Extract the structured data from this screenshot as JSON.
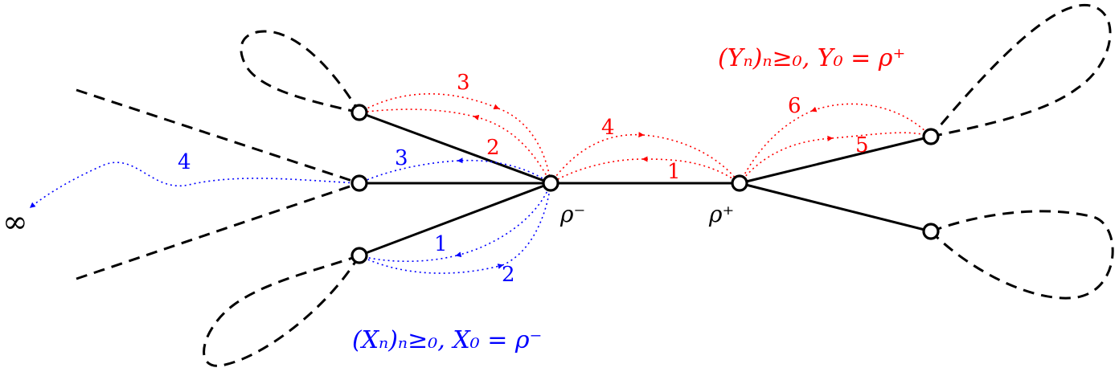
{
  "labels": {
    "rho_minus": "ρ⁻",
    "rho_plus": "ρ⁺",
    "infinity": "∞",
    "x_walk": "(Xₙ)ₙ≥₀, X₀ = ρ⁻",
    "y_walk": "(Yₙ)ₙ≥₀, Y₀ = ρ⁺"
  },
  "red_steps": [
    "1",
    "2",
    "3",
    "4",
    "5",
    "6"
  ],
  "blue_steps": [
    "1",
    "2",
    "3",
    "4"
  ],
  "colors": {
    "red_walk": "#ff0000",
    "blue_walk": "#0000ff",
    "edges": "#000000"
  }
}
